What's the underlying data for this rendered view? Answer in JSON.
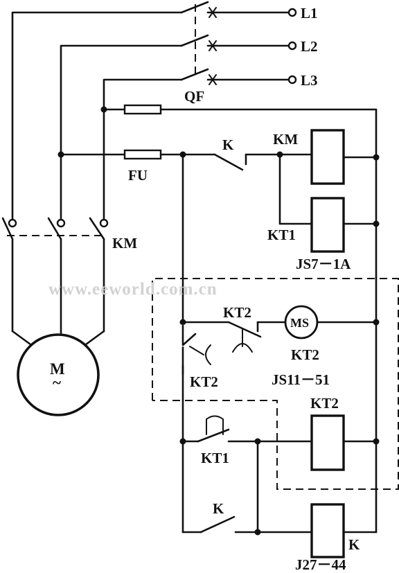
{
  "lines": {
    "l1": "L1",
    "l2": "L2",
    "l3": "L3"
  },
  "breaker": "QF",
  "fuse": "FU",
  "switch_k_top": "K",
  "coil_km": "KM",
  "contactor_km": "KM",
  "coil_kt1": "KT1",
  "relay_kt1_model": "JS7－1A",
  "watermark": "www.eeworld.com.cn",
  "contact_kt2_top": "KT2",
  "motor_ms": "MS",
  "motor_ms_label": "KT2",
  "relay_kt2_model": "JS11－51",
  "contact_kt2_left": "KT2",
  "coil_kt2": "KT2",
  "contact_kt1": "KT1",
  "switch_k_bottom": "K",
  "coil_k": "K",
  "relay_k_model": "J27－44",
  "motor": {
    "letter": "M",
    "symbol": "~"
  }
}
